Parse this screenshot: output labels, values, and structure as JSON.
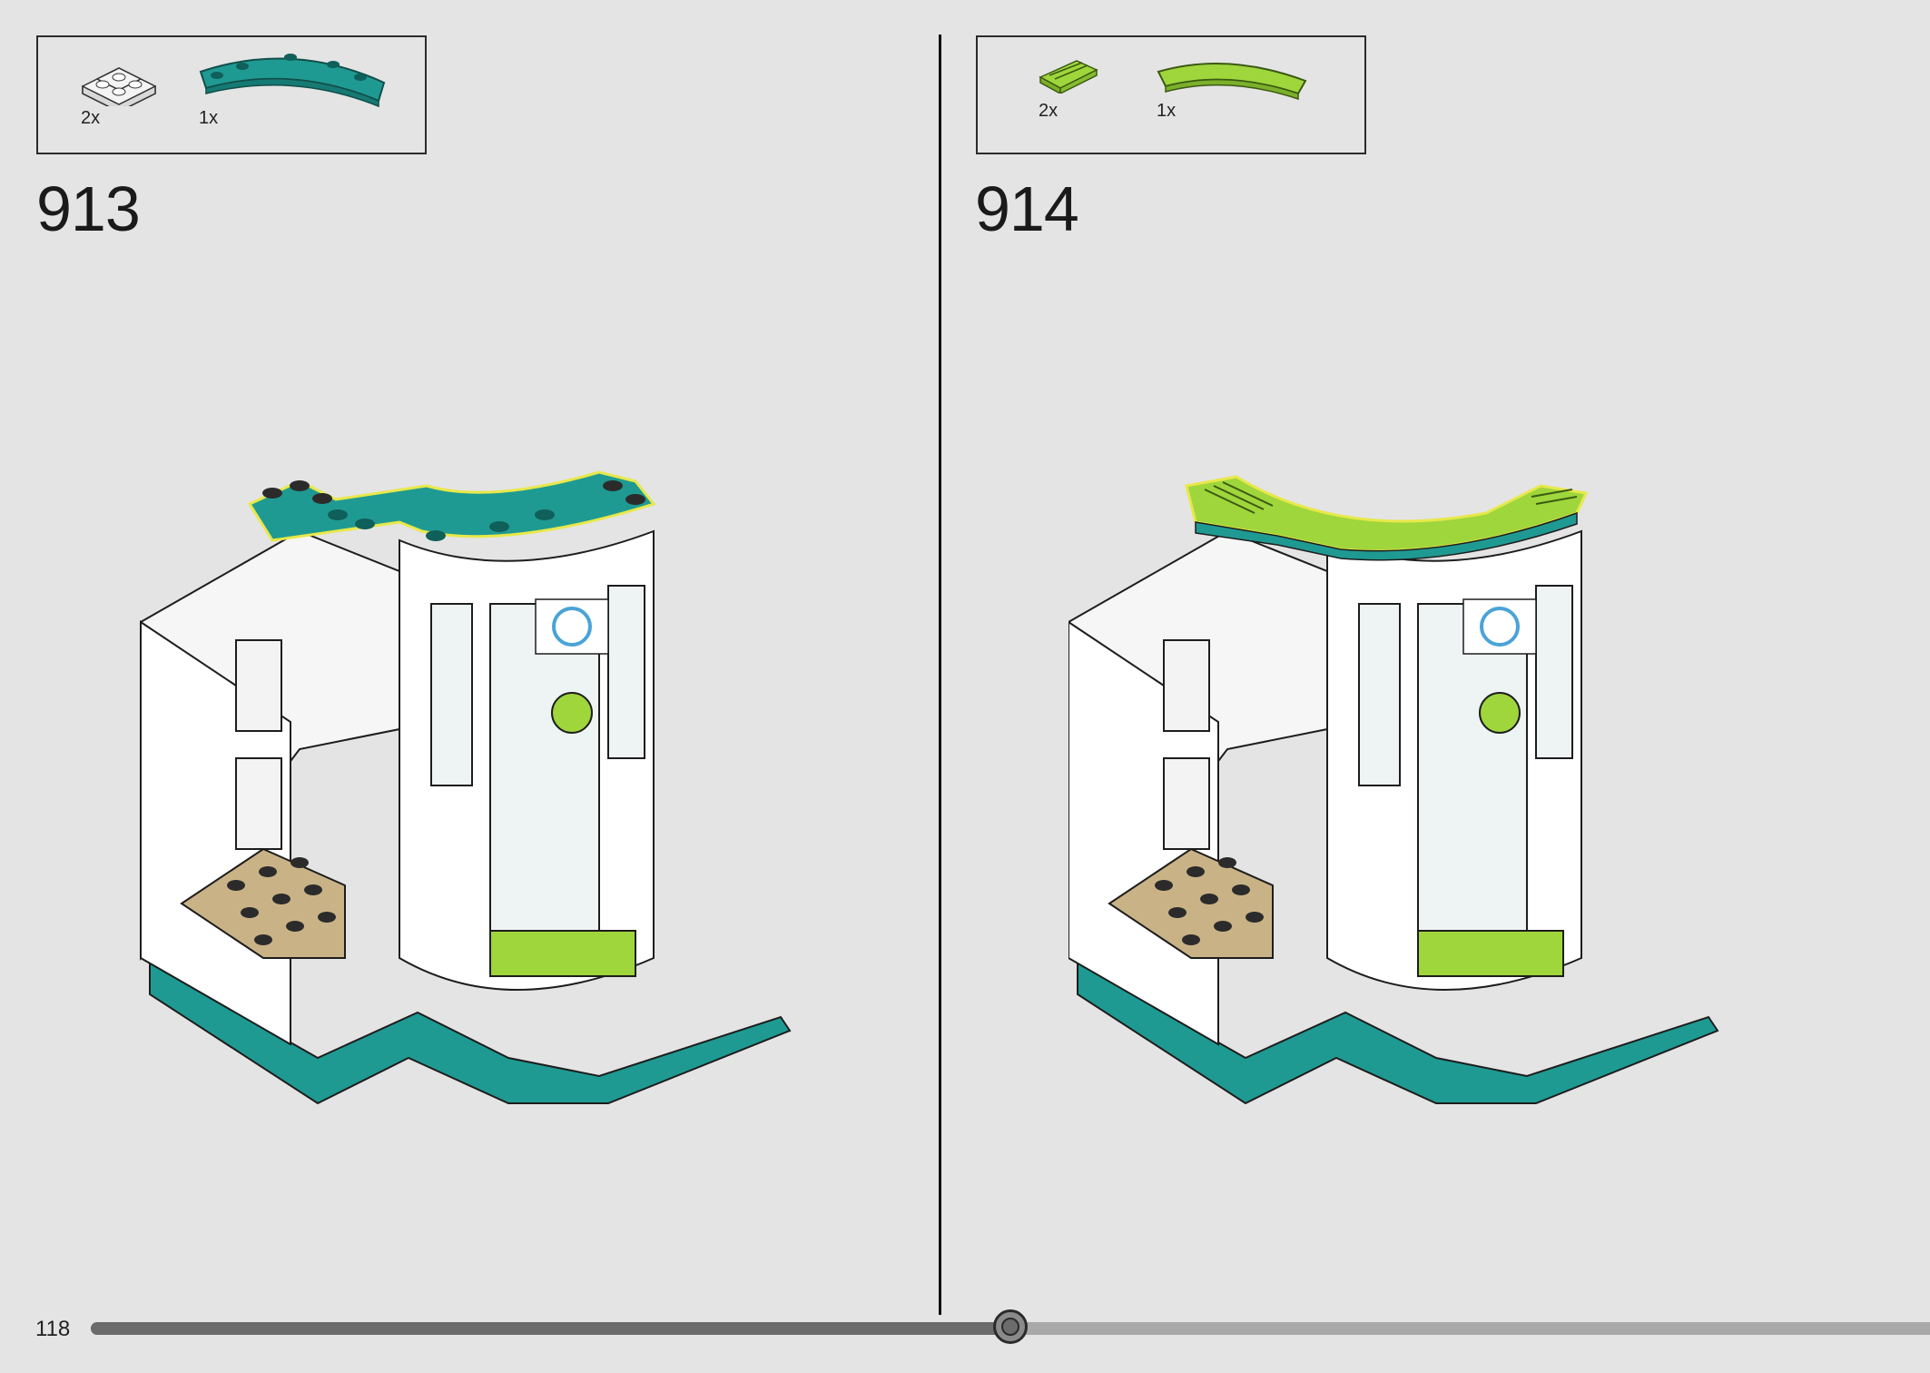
{
  "steps": [
    {
      "number": "913",
      "parts": [
        {
          "qty": "2x",
          "icon": "white-corner-plate-icon",
          "color": "#f4f4f4"
        },
        {
          "qty": "1x",
          "icon": "teal-curved-plate-icon",
          "color": "#1f9a92"
        }
      ]
    },
    {
      "number": "914",
      "parts": [
        {
          "qty": "2x",
          "icon": "lime-grille-tile-icon",
          "color": "#9fd63c"
        },
        {
          "qty": "1x",
          "icon": "lime-curved-tile-icon",
          "color": "#9fd63c"
        }
      ]
    }
  ],
  "page": {
    "number": "118",
    "progress": 0.5
  }
}
